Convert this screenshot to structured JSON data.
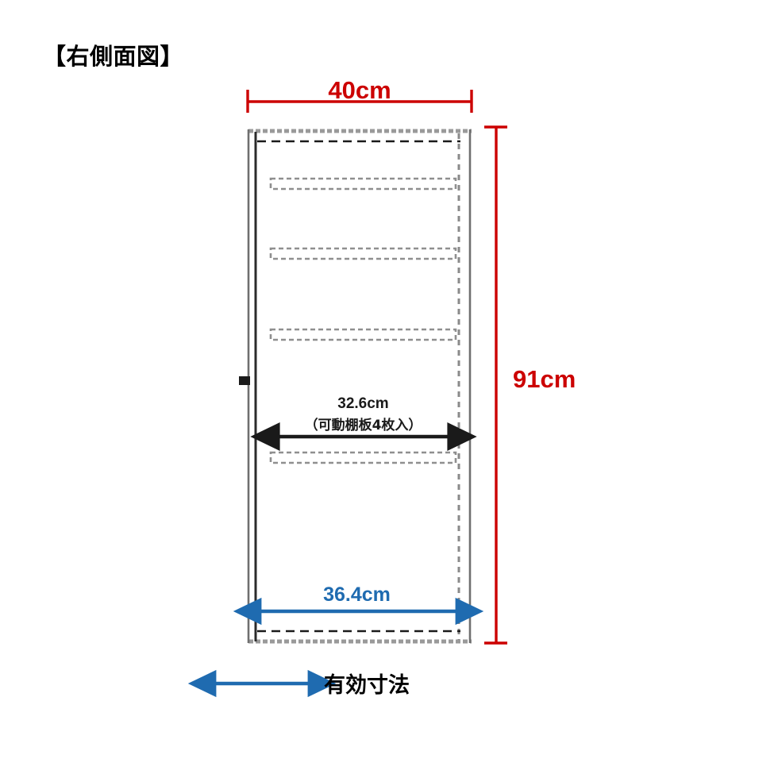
{
  "diagram": {
    "title": "【右側面図】",
    "view_type": "right-side-view"
  },
  "dimensions": {
    "overall_width": {
      "label": "40cm",
      "color": "#cc0000",
      "orientation": "horizontal",
      "position": "top"
    },
    "overall_height": {
      "label": "91cm",
      "color": "#cc0000",
      "orientation": "vertical",
      "position": "right"
    },
    "inner_shelf_depth": {
      "label": "32.6cm",
      "note": "（可動棚板4枚入）",
      "color": "#1a1a1a",
      "orientation": "horizontal",
      "position": "middle"
    },
    "inner_width": {
      "label": "36.4cm",
      "color": "#1f6bb0",
      "orientation": "horizontal",
      "position": "bottom"
    }
  },
  "legend": {
    "arrow_color": "#1f6bb0",
    "label": "有効寸法"
  },
  "cabinet": {
    "shelf_count": 4,
    "outline_color": "#3b3b3b",
    "dash_color": "#8a8a8a",
    "handle_color": "#1a1a1a"
  }
}
